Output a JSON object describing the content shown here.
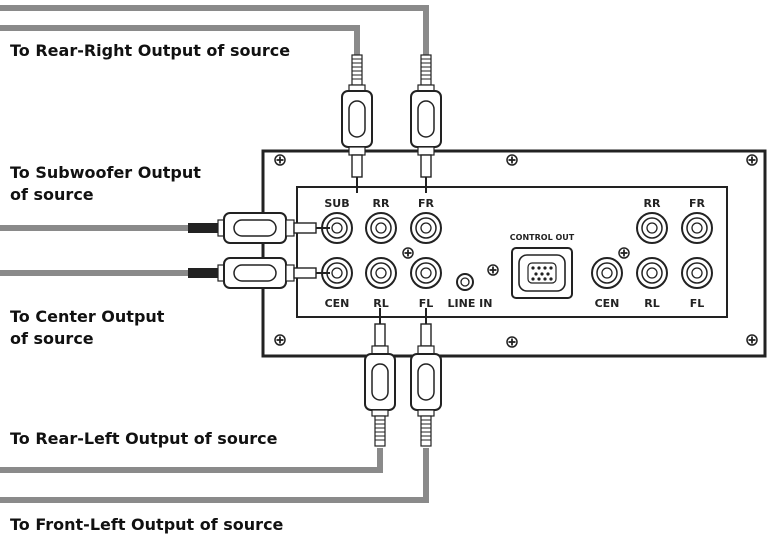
{
  "labels": {
    "rear_right": "To Rear-Right Output of source",
    "subwoofer_line1": "To Subwoofer Output",
    "subwoofer_line2": "of source",
    "center_line1": "To Center Output",
    "center_line2": "of source",
    "rear_left": "To Rear-Left Output of source",
    "front_left": "To Front-Left Output of source"
  },
  "panel": {
    "input_group": {
      "sub": "SUB",
      "rr": "RR",
      "fr": "FR",
      "cen": "CEN",
      "rl": "RL",
      "fl": "FL",
      "line_in": "LINE IN"
    },
    "control_out": "CONTROL OUT",
    "output_group": {
      "rr": "RR",
      "fr": "FR",
      "cen": "CEN",
      "rl": "RL",
      "fl": "FL"
    }
  },
  "colors": {
    "cable": "#8a8a8a",
    "line": "#222222",
    "panel_fill": "#ffffff"
  }
}
